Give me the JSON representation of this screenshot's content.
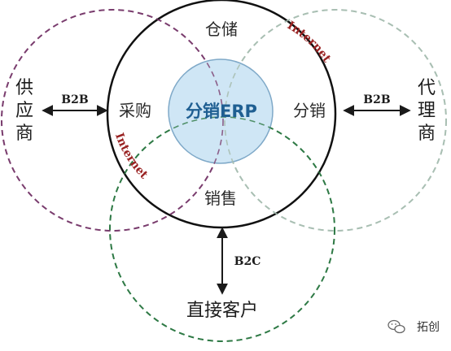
{
  "diagram": {
    "center": "分销ERP",
    "modules": {
      "top": "仓储",
      "left": "采购",
      "right": "分销",
      "bottom": "销售"
    },
    "parties": {
      "supplier": [
        "供",
        "应",
        "商"
      ],
      "agent": [
        "代",
        "理",
        "商"
      ],
      "customer": "直接客户"
    },
    "links": {
      "supplier": "B2B",
      "agent": "B2B",
      "customer": "B2C"
    },
    "arcs": {
      "upper_right": "Internet",
      "lower_left": "Internet"
    },
    "colors": {
      "supplier_circle": "#7a3d6e",
      "agent_circle": "#a9bfb3",
      "customer_circle": "#2f7a46",
      "main_circle": "#111111",
      "center_fill": "#cfe6f5",
      "internet_text": "#9a2323",
      "center_text": "#1f5f92"
    }
  },
  "watermark": {
    "icon": "wechat-icon",
    "text": "拓创"
  }
}
